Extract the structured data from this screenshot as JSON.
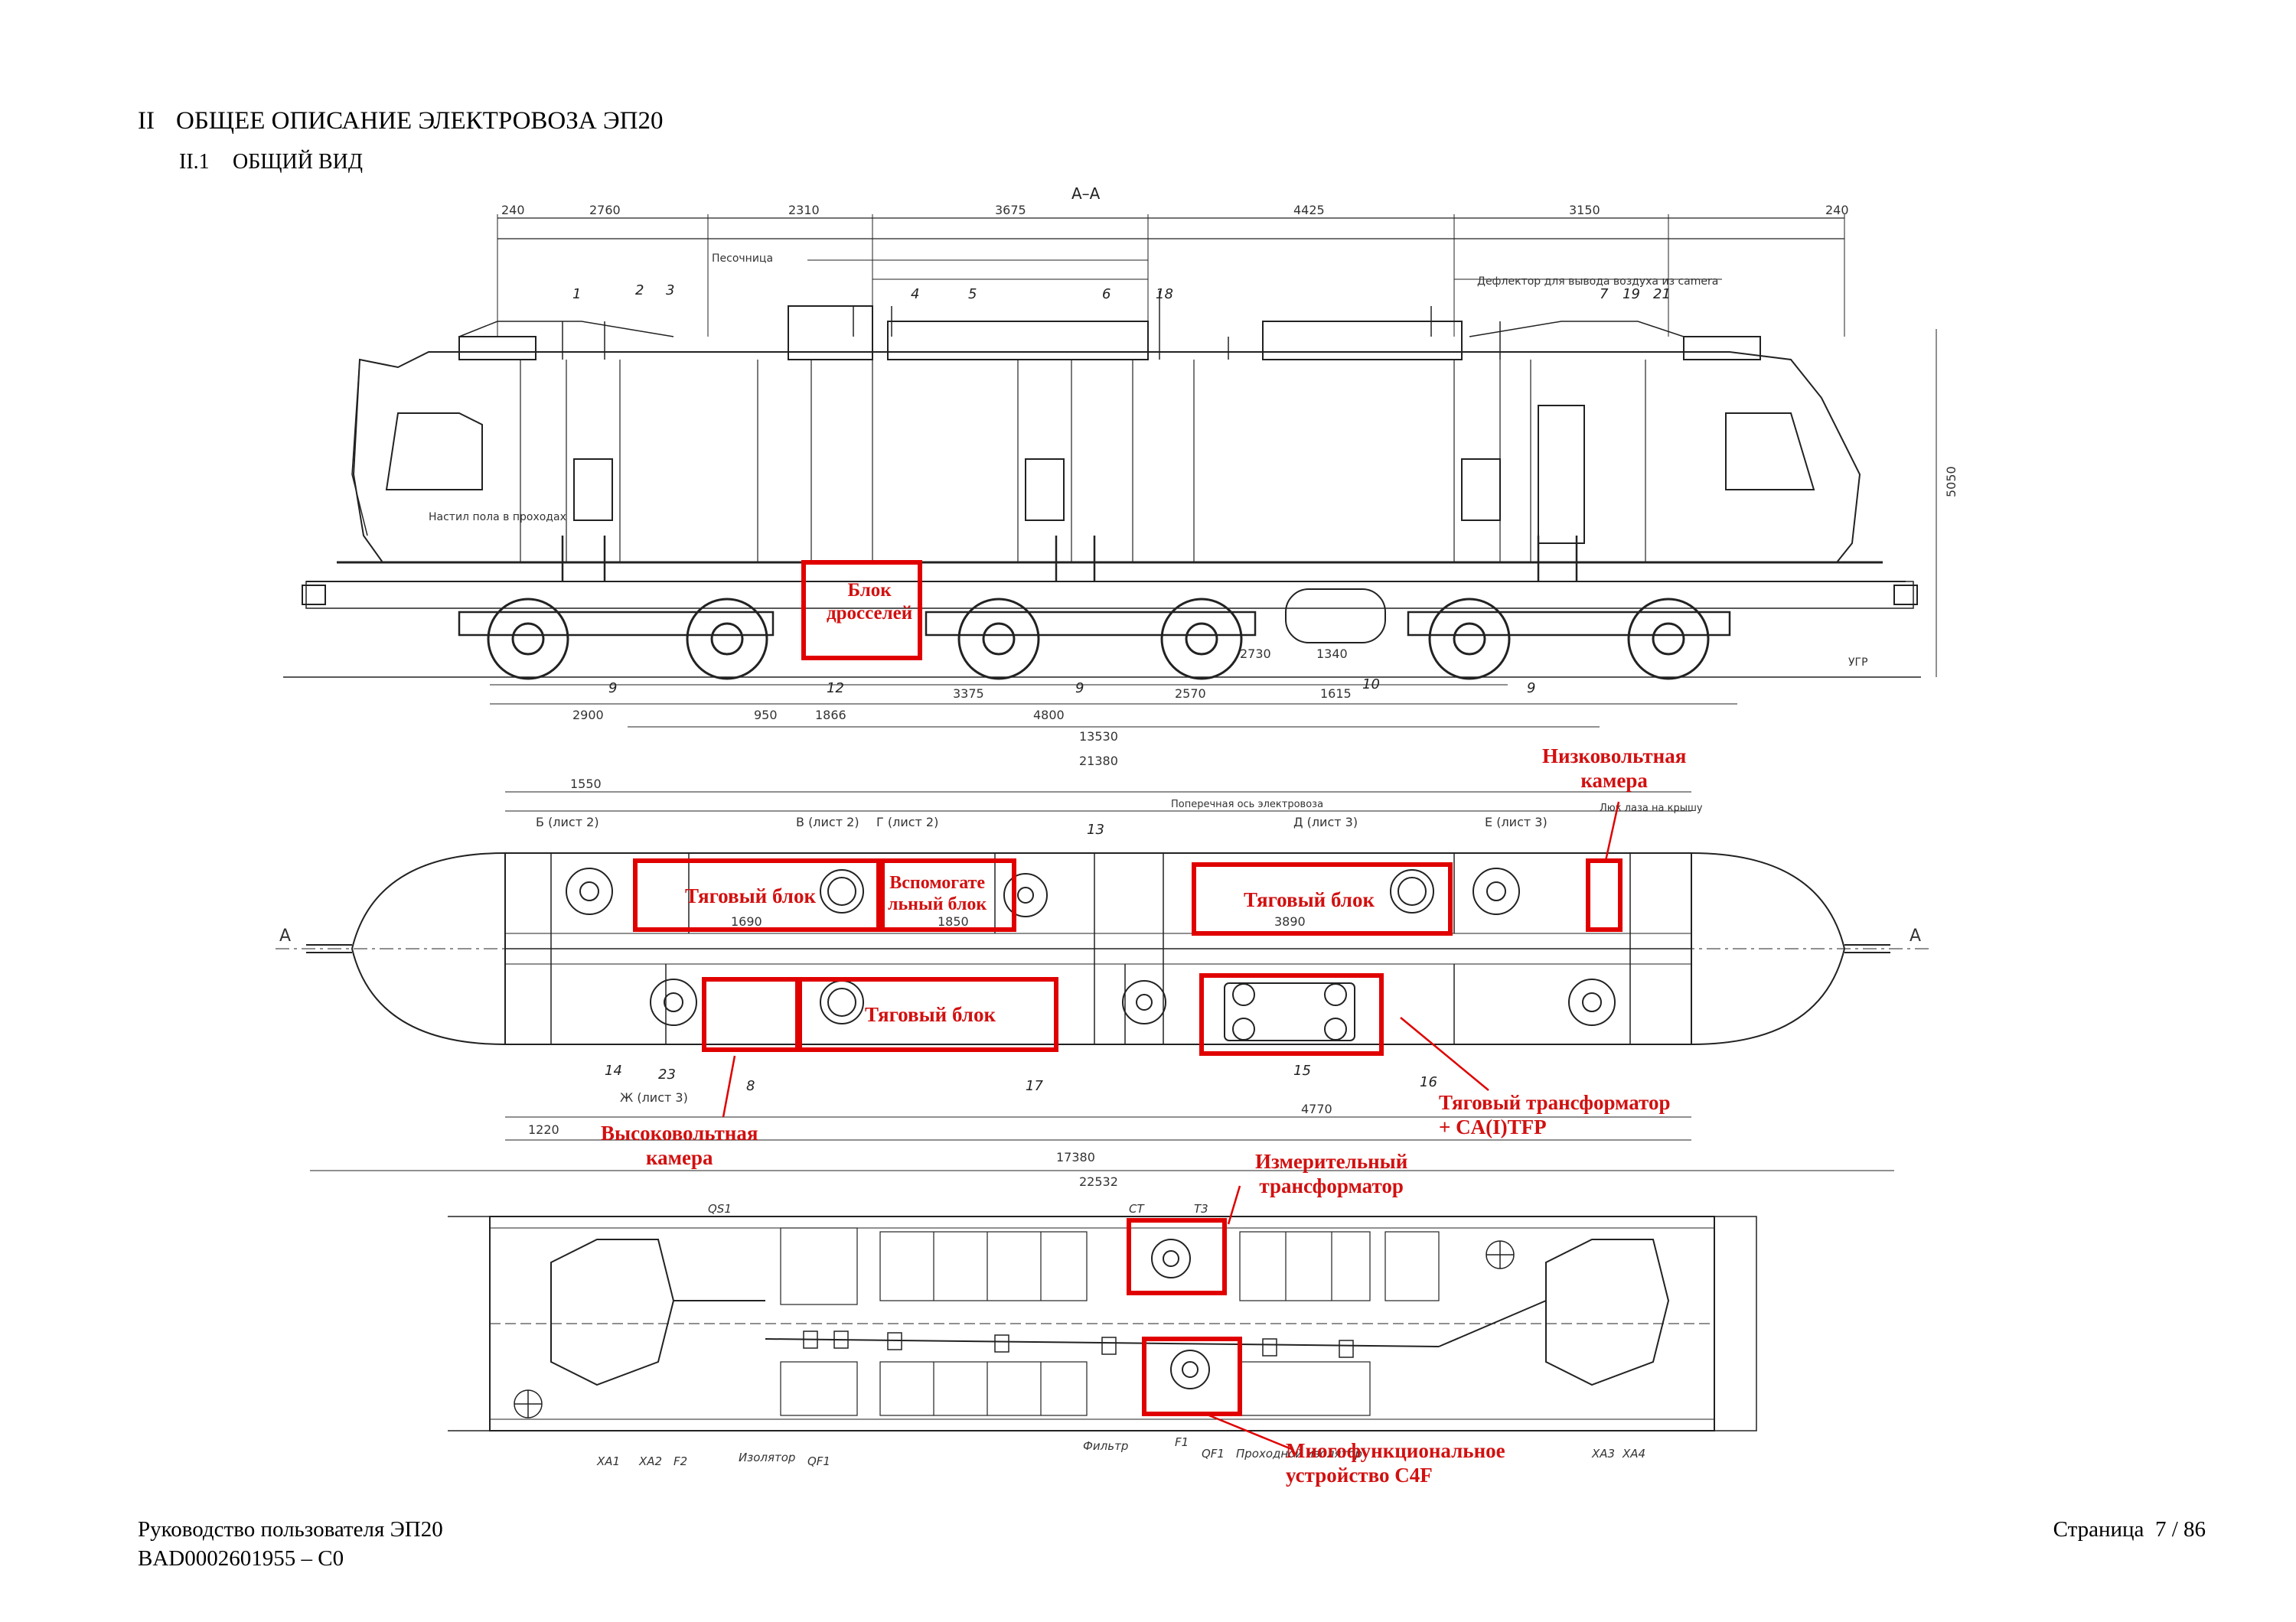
{
  "header": {
    "section_num": "II",
    "section_title": "ОБЩЕЕ ОПИСАНИЕ ЭЛЕКТРОВОЗА ЭП20",
    "subsection_num": "II.1",
    "subsection_title": "ОБЩИЙ ВИД"
  },
  "drawing": {
    "section_mark": "А–А",
    "arrow_left": "А",
    "arrow_right": "А",
    "dims": {
      "total_length": "22532",
      "upper_length": "21380",
      "lower_length": "17380",
      "bogie_base": "13530",
      "wheelbase": "4800",
      "height": "5050",
      "side_left": "2900",
      "d_950": "950",
      "d_1866": "1866",
      "d_3375": "3375",
      "d_2570": "2570",
      "d_1615": "1615",
      "d_1340": "1340",
      "d_2730": "2730",
      "top_240a": "240",
      "top_2760": "2760",
      "top_2310": "2310",
      "top_3675": "3675",
      "top_4425": "4425",
      "top_3150": "3150",
      "top_240b": "240",
      "lbl_1550": "1550",
      "lbl_3890": "3890",
      "lbl_1690": "1690",
      "lbl_1850": "1850",
      "lbl_1222": "1220",
      "lbl_4770": "4770"
    },
    "numbers": [
      "1",
      "2",
      "3",
      "4",
      "5",
      "6",
      "7",
      "18",
      "19",
      "21",
      "9",
      "12",
      "9",
      "10",
      "9",
      "13",
      "14",
      "15",
      "16",
      "17",
      "23",
      "8"
    ],
    "small_notes": {
      "sandbox": "Песочница",
      "floor": "Настил пола в проходах",
      "deflector": "Дефлектор для вывода воздуха из camera",
      "ugr": "УГР",
      "hatch": "Люк лаза на крышу",
      "cross_axis": "Поперечная ось электровоза",
      "izolator": "Изолятор",
      "filter": "Фильтр",
      "shunt": "Проходной изолятор"
    },
    "view_labels": {
      "b_sheet2": "Б (лист 2)",
      "v_sheet2": "В (лист 2)",
      "g_sheet2": "Г (лист 2)",
      "d_sheet3": "Д (лист 3)",
      "e_sheet3": "Е (лист 3)",
      "zh_sheet3": "Ж (лист 3)"
    },
    "equip_labels": [
      "QS1",
      "XA1",
      "XA2",
      "F2",
      "QF1",
      "CT",
      "T3",
      "F1",
      "XA3",
      "XA4",
      "QF1"
    ]
  },
  "callouts": {
    "drossel": [
      "Блок",
      "дросселей"
    ],
    "traction1": "Тяговый блок",
    "aux": [
      "Вспомогате",
      "льный блок"
    ],
    "traction2": "Тяговый блок",
    "low_voltage": [
      "Низковольтная",
      "камера"
    ],
    "traction3": "Тяговый блок",
    "transformer": [
      "Тяговый трансформатор",
      "+ CA(I)TFP"
    ],
    "high_voltage": [
      "Высоковольтная",
      "камера"
    ],
    "measuring": [
      "Измерительный",
      "трансформатор"
    ],
    "multifunc": [
      "Многофункциональное",
      "устройство С4F"
    ]
  },
  "footer": {
    "manual": "Руководство пользователя ЭП20",
    "doc_id": "BAD0002601955 – C0",
    "page_label": "Страница",
    "page": "7 / 86"
  }
}
